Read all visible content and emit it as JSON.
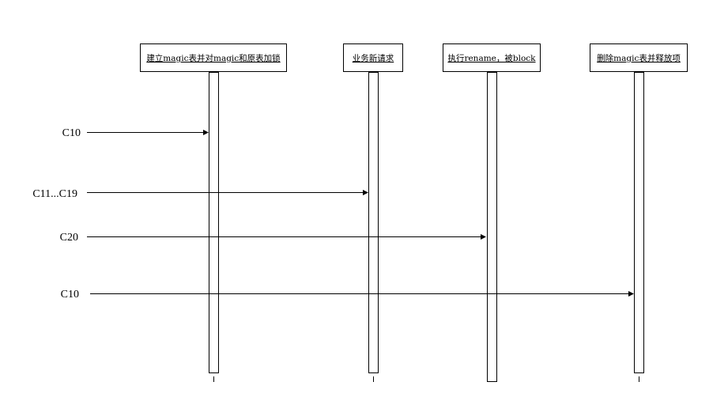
{
  "diagram": {
    "lifelines": [
      {
        "id": "magic-lock",
        "label": "建立magic表并对magic和原表加锁"
      },
      {
        "id": "new-request",
        "label": "业务新请求"
      },
      {
        "id": "rename",
        "label": "执行rename，被block"
      },
      {
        "id": "drop-release",
        "label": "删除magic表并释放项"
      }
    ],
    "messages": [
      {
        "label": "C10",
        "target": 0
      },
      {
        "label": "C11...C19",
        "target": 1
      },
      {
        "label": "C20",
        "target": 2
      },
      {
        "label": "C10",
        "target": 3
      }
    ]
  }
}
